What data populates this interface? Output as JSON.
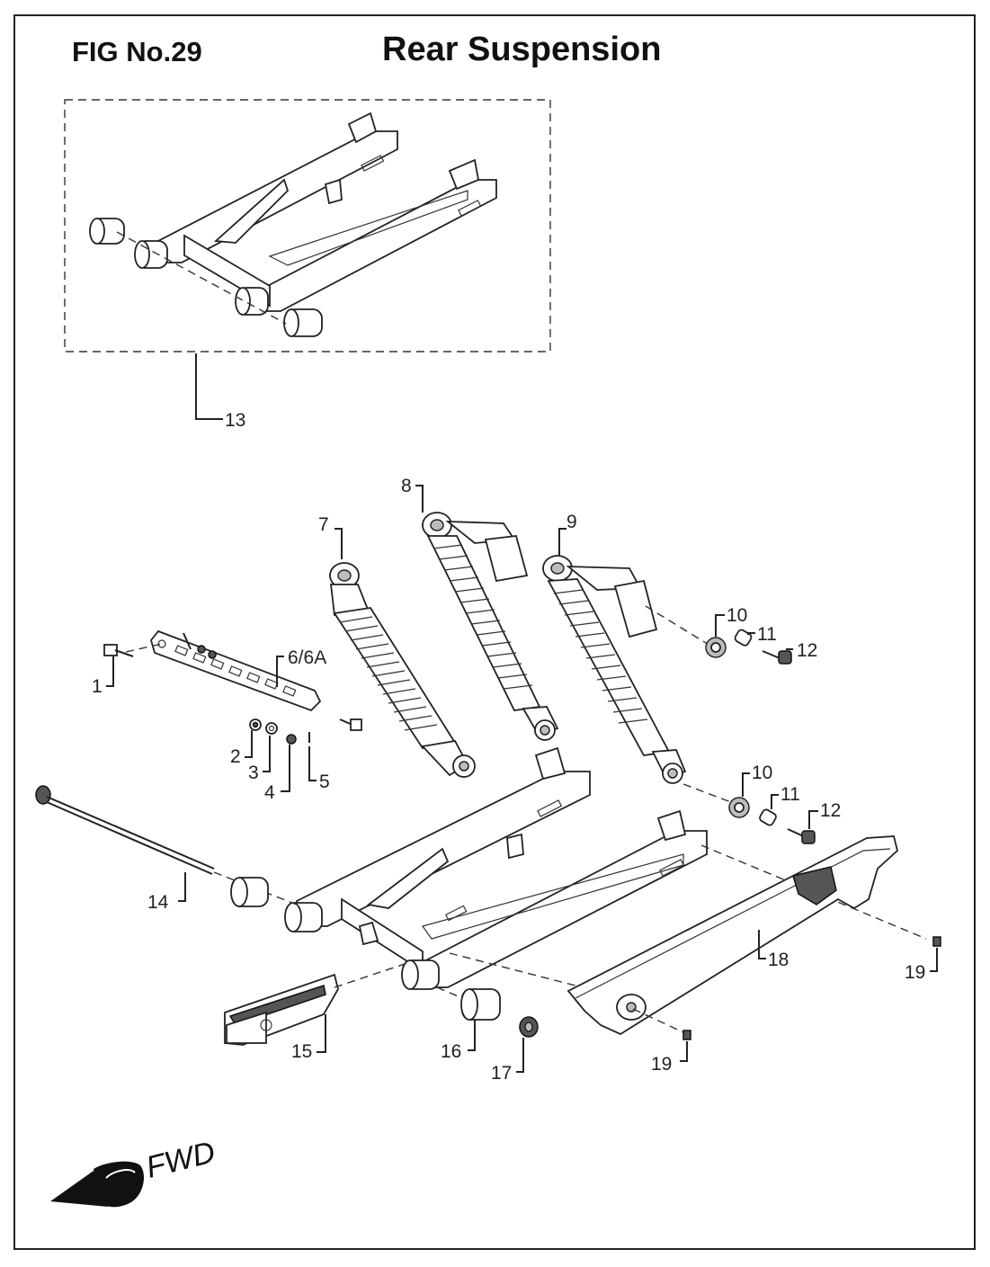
{
  "figure": {
    "number_label": "FIG No.29",
    "title": "Rear Suspension"
  },
  "callouts": {
    "c1": "1",
    "c2": "2",
    "c3": "3",
    "c4": "4",
    "c5": "5",
    "c6": "6/6A",
    "c7": "7",
    "c8": "8",
    "c9": "9",
    "c10a": "10",
    "c10b": "10",
    "c11a": "11",
    "c11b": "11",
    "c12a": "12",
    "c12b": "12",
    "c13": "13",
    "c14": "14",
    "c15": "15",
    "c16": "16",
    "c17": "17",
    "c18": "18",
    "c19a": "19",
    "c19b": "19"
  },
  "direction": {
    "label": "FWD",
    "icon": "forward-arrow-icon"
  }
}
